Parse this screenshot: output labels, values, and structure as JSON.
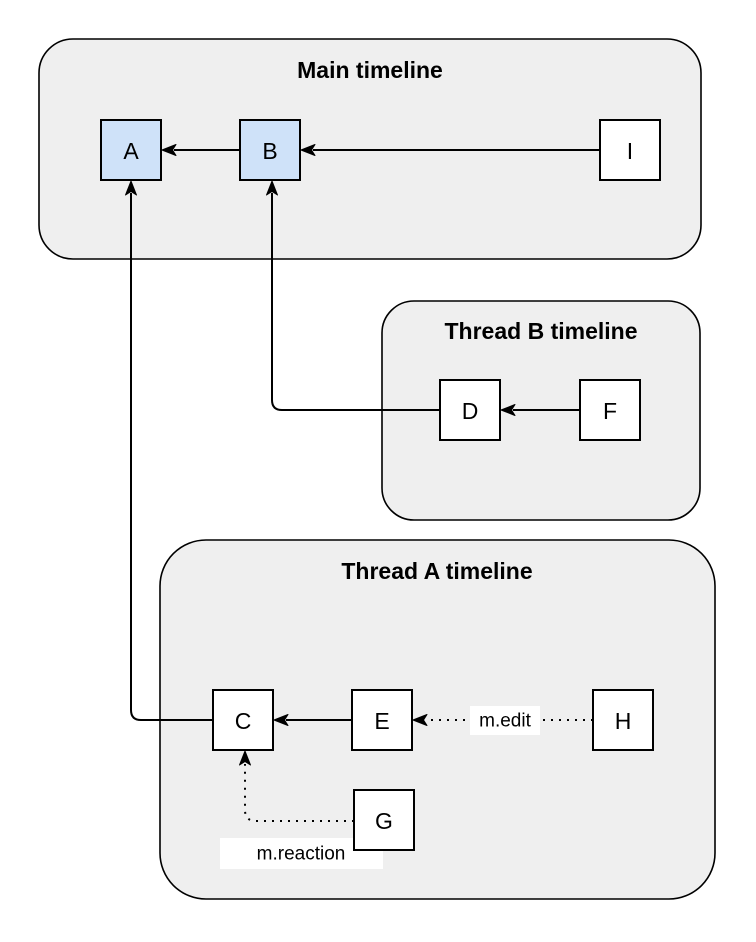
{
  "diagram": {
    "containers": [
      {
        "id": "main",
        "title": "Main timeline"
      },
      {
        "id": "thread-b",
        "title": "Thread B timeline"
      },
      {
        "id": "thread-a",
        "title": "Thread A timeline"
      }
    ],
    "nodes": [
      {
        "id": "A",
        "label": "A",
        "highlighted": true
      },
      {
        "id": "B",
        "label": "B",
        "highlighted": true
      },
      {
        "id": "I",
        "label": "I",
        "highlighted": false
      },
      {
        "id": "D",
        "label": "D",
        "highlighted": false
      },
      {
        "id": "F",
        "label": "F",
        "highlighted": false
      },
      {
        "id": "C",
        "label": "C",
        "highlighted": false
      },
      {
        "id": "E",
        "label": "E",
        "highlighted": false
      },
      {
        "id": "H",
        "label": "H",
        "highlighted": false
      },
      {
        "id": "G",
        "label": "G",
        "highlighted": false
      }
    ],
    "edges": [
      {
        "from": "B",
        "to": "A",
        "style": "solid"
      },
      {
        "from": "I",
        "to": "B",
        "style": "solid"
      },
      {
        "from": "F",
        "to": "D",
        "style": "solid"
      },
      {
        "from": "E",
        "to": "C",
        "style": "solid"
      },
      {
        "from": "D",
        "to": "B",
        "style": "solid-elbow"
      },
      {
        "from": "C",
        "to": "A",
        "style": "solid-elbow"
      },
      {
        "from": "H",
        "to": "E",
        "style": "dotted",
        "label": "m.edit"
      },
      {
        "from": "G",
        "to": "C",
        "style": "dotted-elbow",
        "label": "m.reaction"
      }
    ],
    "colors": {
      "canvas_bg": "#ffffff",
      "container_fill": "#efefef",
      "container_stroke": "#000000",
      "node_fill": "#ffffff",
      "node_fill_highlight": "#cfe2f9",
      "node_stroke": "#000000",
      "edge": "#000000",
      "edge_label_bg": "#ffffff"
    }
  }
}
